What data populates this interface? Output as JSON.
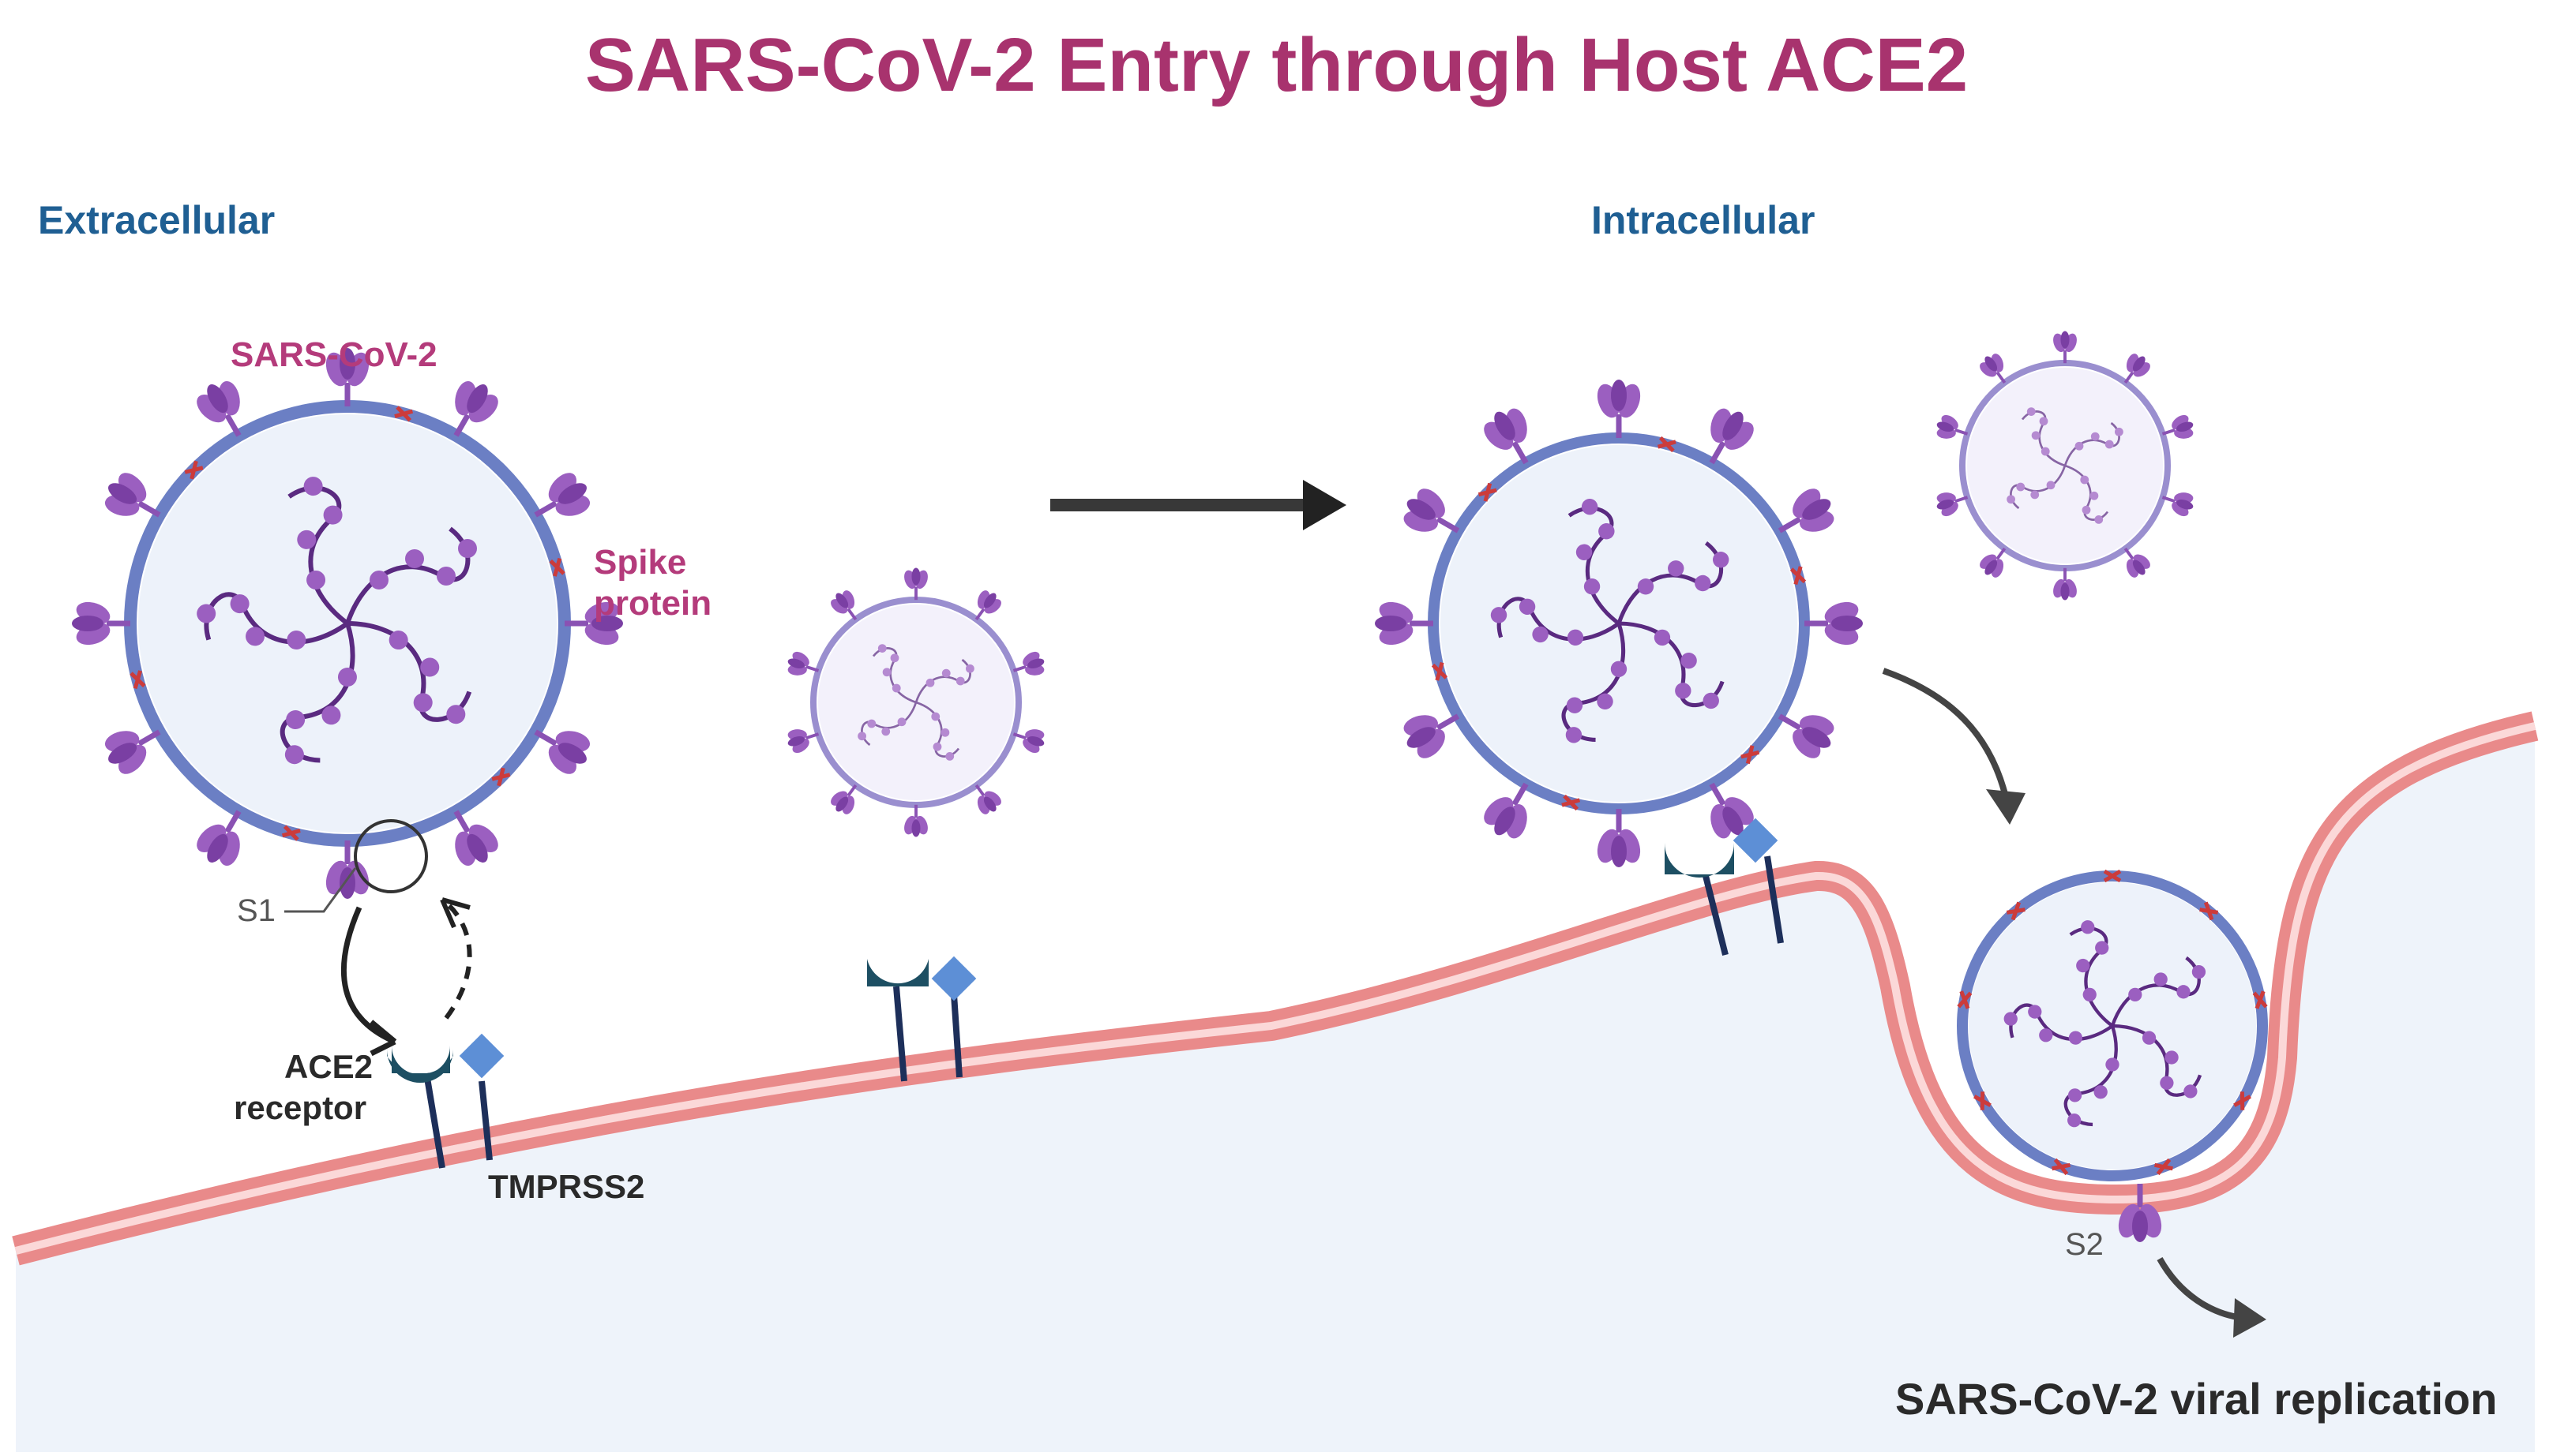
{
  "title": "SARS-CoV-2 Entry through Host ACE2",
  "regions": {
    "left": "Extracellular",
    "right": "Intracellular"
  },
  "labels": {
    "virus": "SARS-CoV-2",
    "spike_line1": "Spike",
    "spike_line2": "protein",
    "s1": "S1",
    "ace2_line1": "ACE2",
    "ace2_line2": "receptor",
    "tmprss2": "TMPRSS2",
    "s2": "S2",
    "replication": "SARS-CoV-2 viral replication"
  },
  "colors": {
    "title": "#a8336e",
    "region": "#1f5f93",
    "spike": "#9b5fc0",
    "envelope": "#6b7fc4",
    "membrane": "#e98a8a",
    "cytoplasm": "#eef3fa",
    "ace2": "#1d4f63",
    "tmprss2": "#5d8fd6"
  }
}
